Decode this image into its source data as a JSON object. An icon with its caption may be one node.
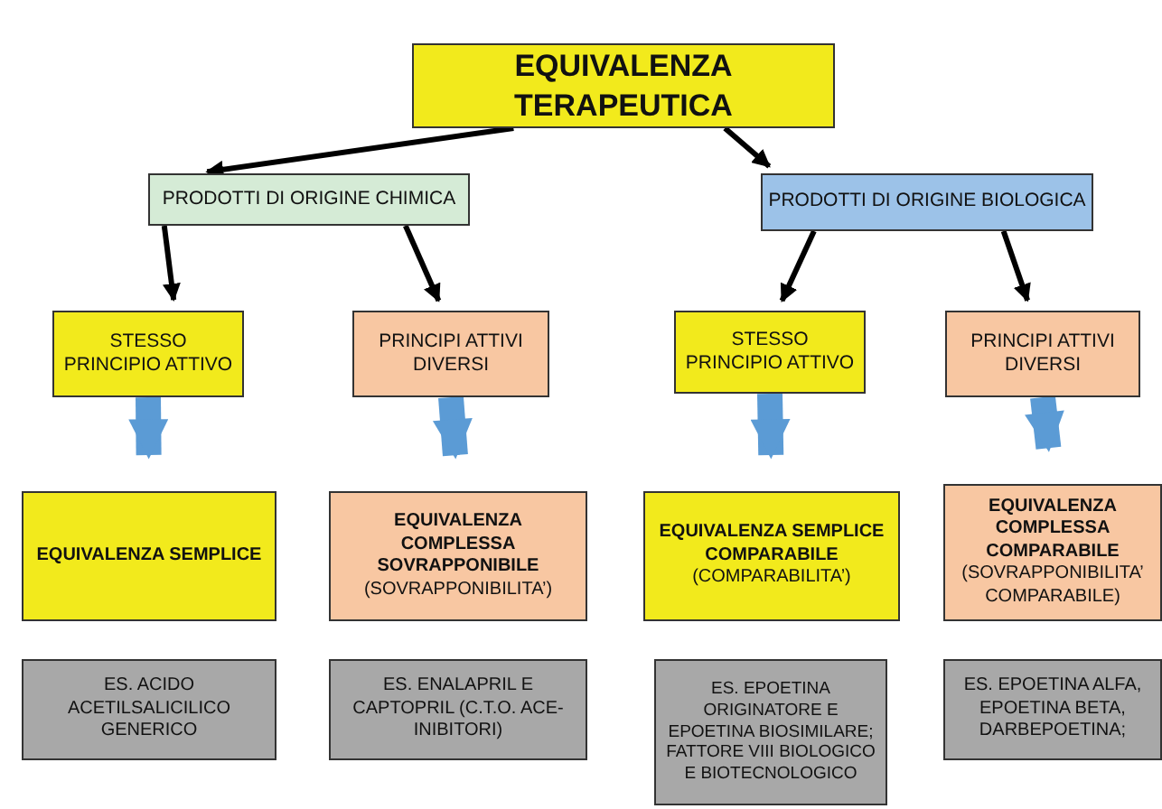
{
  "diagram": {
    "nodes": [
      {
        "text": [
          "EQUIVALENZA TERAPEUTICA"
        ]
      },
      {
        "text": [
          "PRODOTTI DI ORIGINE CHIMICA"
        ]
      },
      {
        "text": [
          "PRODOTTI DI ORIGINE BIOLOGICA"
        ]
      },
      {
        "text": [
          "STESSO PRINCIPIO ATTIVO"
        ]
      },
      {
        "text": [
          "PRINCIPI ATTIVI DIVERSI"
        ]
      },
      {
        "text": [
          "STESSO PRINCIPIO ATTIVO"
        ]
      },
      {
        "text": [
          "PRINCIPI ATTIVI DIVERSI"
        ]
      },
      {
        "text": [
          "EQUIVALENZA SEMPLICE"
        ]
      },
      {
        "text": [
          "EQUIVALENZA COMPLESSA SOVRAPPONIBILE",
          "(SOVRAPPONIBILITA’)"
        ]
      },
      {
        "text": [
          "EQUIVALENZA SEMPLICE COMPARABILE",
          "(COMPARABILITA’)"
        ]
      },
      {
        "text": [
          "EQUIVALENZA COMPLESSA COMPARABILE",
          "(SOVRAPPONIBILITA’ COMPARABILE)"
        ]
      },
      {
        "text": [
          "ES. ACIDO ACETILSALICILICO GENERICO"
        ]
      },
      {
        "text": [
          "ES. ENALAPRIL E CAPTOPRIL (C.T.O. ACE-INIBITORI)"
        ]
      },
      {
        "text": [
          "ES. EPOETINA ORIGINATORE E EPOETINA BIOSIMILARE; FATTORE VIII BIOLOGICO E BIOTECNOLOGICO"
        ]
      },
      {
        "text": [
          "ES. EPOETINA ALFA, EPOETINA BETA, DARBEPOETINA;"
        ]
      }
    ],
    "edges": [
      {
        "from": 0,
        "to": 1,
        "arrow": "to"
      },
      {
        "from": 0,
        "to": 2,
        "arrow": "to"
      },
      {
        "from": 1,
        "to": 3,
        "arrow": "to"
      },
      {
        "from": 1,
        "to": 4,
        "arrow": "to"
      },
      {
        "from": 2,
        "to": 5,
        "arrow": "to"
      },
      {
        "from": 2,
        "to": 6,
        "arrow": "to"
      },
      {
        "from": 3,
        "to": 7,
        "arrow": "to",
        "style": "thick",
        "color": "#5b9bd5"
      },
      {
        "from": 4,
        "to": 8,
        "arrow": "to",
        "style": "thick",
        "color": "#5b9bd5"
      },
      {
        "from": 5,
        "to": 9,
        "arrow": "to",
        "style": "thick",
        "color": "#5b9bd5"
      },
      {
        "from": 6,
        "to": 10,
        "arrow": "to",
        "style": "thick",
        "color": "#5b9bd5"
      }
    ]
  }
}
